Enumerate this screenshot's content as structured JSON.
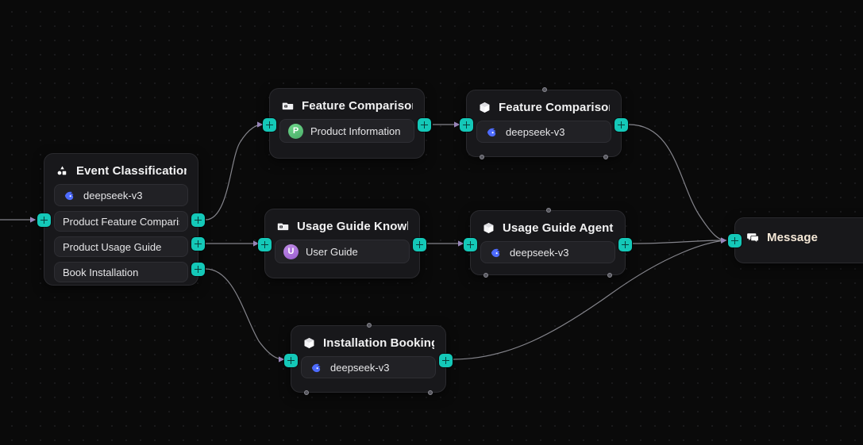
{
  "canvas": {
    "background_color": "#0a0a0a",
    "accent_handle_color": "#14c8b8",
    "edge_color": "#9a9aa2"
  },
  "nodes": {
    "classifier": {
      "title": "Event Classification",
      "icon": "shapes-icon",
      "model": "deepseek-v3",
      "branches": [
        {
          "label": "Product Feature Comparison"
        },
        {
          "label": "Product Usage Guide"
        },
        {
          "label": "Book Installation"
        }
      ]
    },
    "feature_kb": {
      "title": "Feature Comparison ...",
      "icon": "knowledge-base-icon",
      "item": {
        "label": "Product Information",
        "avatar": "P",
        "avatar_color": "#5cc07a"
      }
    },
    "feature_agent": {
      "title": "Feature Comparison...",
      "icon": "agent-cube-icon",
      "model": "deepseek-v3"
    },
    "usage_kb": {
      "title": "Usage Guide Knowle...",
      "icon": "knowledge-base-icon",
      "item": {
        "label": "User Guide",
        "avatar": "U",
        "avatar_color": "#a86fd6"
      }
    },
    "usage_agent": {
      "title": "Usage Guide Agent",
      "icon": "agent-cube-icon",
      "model": "deepseek-v3"
    },
    "booking_agent": {
      "title": "Installation Booking ...",
      "icon": "agent-cube-icon",
      "model": "deepseek-v3"
    },
    "message": {
      "title": "Message",
      "icon": "message-icon"
    }
  }
}
